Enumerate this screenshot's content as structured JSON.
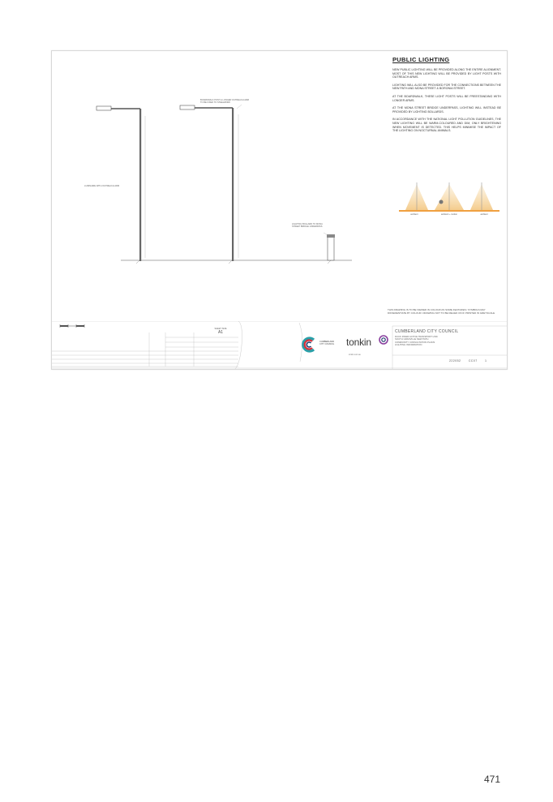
{
  "panel": {
    "title": "PUBLIC LIGHTING",
    "paragraphs": [
      "NEW PUBLIC LIGHTING WILL BE PROVIDED ALONG THE ENTIRE ALIGNMENT. MOST OF THIS NEW LIGHTING WILL BE PROVIDED BY LIGHT POSTS WITH OUTREACH ARMS.",
      "LIGHTING WILL ALSO BE PROVIDED FOR THE CONNECTIONS BETWEEN THE NEW PATH AND MONA STREET & BORONIA STREET.",
      "AT THE BOARDWALK, THESE LIGHT POSTS WILL BE FREESTANDING WITH LONGER ARMS.",
      "AT THE MONA STREET BRIDGE UNDERPASS, LIGHTING WILL INSTEAD BE PROVIDED BY LIGHTING BOLLARDS.",
      "IN ACCORDANCE WITH THE NATIONAL LIGHT POLLUTION GUIDELINES, THE NEW LIGHTING WILL BE WARM-COLOURED AND DIM, ONLY BRIGHTENING WHEN MOVEMENT IS DETECTED. THIS HELPS MINIMISE THE IMPACT OF THE LIGHTING ON NOCTURNAL ANIMALS."
    ],
    "illustration_labels": [
      "ambient",
      "ambient + motion",
      "ambient"
    ],
    "illustration_colors": {
      "glow": "#f3c680",
      "ground": "#f0a040"
    }
  },
  "drawing": {
    "caption_pole": "LUMINAIRE WITH OUTREACH ARM",
    "caption_arm": "BOARDWALK POST & LONGER OUTREACH ARM TO BE FIXED TO STEELWORK",
    "caption_bollard": "LIGHTING BOLLARD TO MONA STREET BRIDGE UNDERPASS"
  },
  "titleblock": {
    "note": "THIS DRAWING IS TO BE VIEWED IN COLOUR AS SOME FEATURES / SYMBOLS MAY DIFFERENTIATE BY COLOUR. DRAWING NOT TO BE RELIED ON IF PRINTED IN GREYSCALE",
    "client": "CUMBERLAND CITY COUNCIL",
    "project_lines": [
      "DUCK RIVER ACTIVE TRANSPORT LINK",
      "SOUTH GRANVILLE NEW PATH",
      "COMMUNITY CONSULTATION PLANS",
      "LIGHTING INFORMATION"
    ],
    "sheet_size_label": "SHEET SIZE",
    "sheet_size": "A1",
    "council_logo_text": [
      "CUMBERLAND",
      "CITY COUNCIL"
    ],
    "consultant": "tonkin",
    "consultant_web": "tonkin.com.au",
    "drawing_number": [
      "222052",
      "CC07",
      "1"
    ],
    "logo_colors": {
      "red": "#d6303a",
      "teal": "#2a9fa8",
      "navy": "#1f3a6e",
      "purple": "#8a3f9e"
    }
  },
  "page_number": "471"
}
